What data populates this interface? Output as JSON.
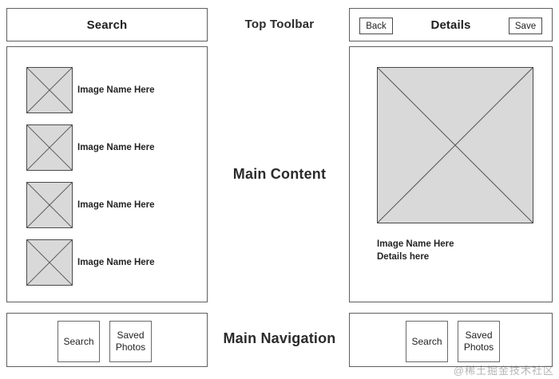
{
  "screen_left": {
    "toolbar": {
      "title": "Search"
    },
    "list": {
      "items": [
        {
          "thumb_icon": "image-placeholder-x-icon",
          "label": "Image Name Here"
        },
        {
          "thumb_icon": "image-placeholder-x-icon",
          "label": "Image Name Here"
        },
        {
          "thumb_icon": "image-placeholder-x-icon",
          "label": "Image Name Here"
        },
        {
          "thumb_icon": "image-placeholder-x-icon",
          "label": "Image Name Here"
        }
      ]
    },
    "nav": {
      "buttons": [
        {
          "label": "Search"
        },
        {
          "label": "Saved Photos"
        }
      ]
    }
  },
  "annotations": {
    "top_toolbar": "Top Toolbar",
    "main_content": "Main Content",
    "main_navigation": "Main Navigation"
  },
  "screen_right": {
    "toolbar": {
      "back_label": "Back",
      "title": "Details",
      "save_label": "Save"
    },
    "detail": {
      "hero_icon": "image-placeholder-x-icon",
      "name": "Image Name Here",
      "details": "Details here"
    },
    "nav": {
      "buttons": [
        {
          "label": "Search"
        },
        {
          "label": "Saved Photos"
        }
      ]
    }
  },
  "watermark": {
    "text": "@稀土掘金技术社区"
  },
  "colors": {
    "placeholder_fill": "#d9d9d9",
    "border": "#5f5f5f",
    "text": "#242424"
  }
}
